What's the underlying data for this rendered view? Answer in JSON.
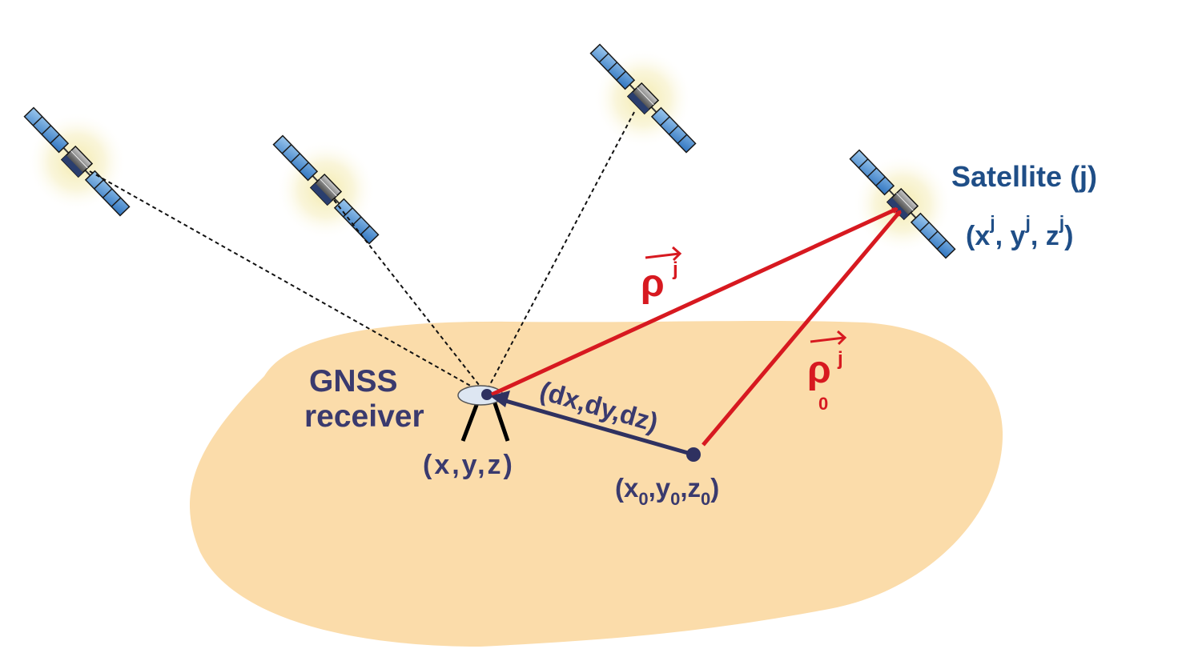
{
  "colors": {
    "ground": "#fbdcaa",
    "receiver": "#3a3a6e",
    "satellite_label": "#1f4e87",
    "vector": "#d71920",
    "panel": "#4a8fd0",
    "glow": "#f3e9a6"
  },
  "labels": {
    "receiver_title_1": "GNSS",
    "receiver_title_2": "receiver",
    "receiver_coords": "(x,y,z)",
    "displacement": "(dx,dy,dz)",
    "approx_open": "(x",
    "approx_x_sub": "0",
    "approx_y": ",y",
    "approx_y_sub": "0",
    "approx_z": ",z",
    "approx_z_sub": "0",
    "approx_close": ")",
    "satellite_title": "Satellite (j)",
    "sat_open": "(x",
    "sat_x_sup": "j",
    "sat_y": ", y",
    "sat_y_sup": "j",
    "sat_z": ", z",
    "sat_z_sup": "j",
    "sat_close": ")",
    "rho": "ρ",
    "rho_sup": "j",
    "rho0": "ρ",
    "rho0_sup": "j",
    "rho0_sub": "0"
  },
  "icons": [
    "satellite-icon",
    "gnss-receiver-icon",
    "approx-position-point",
    "arrow-vector"
  ]
}
